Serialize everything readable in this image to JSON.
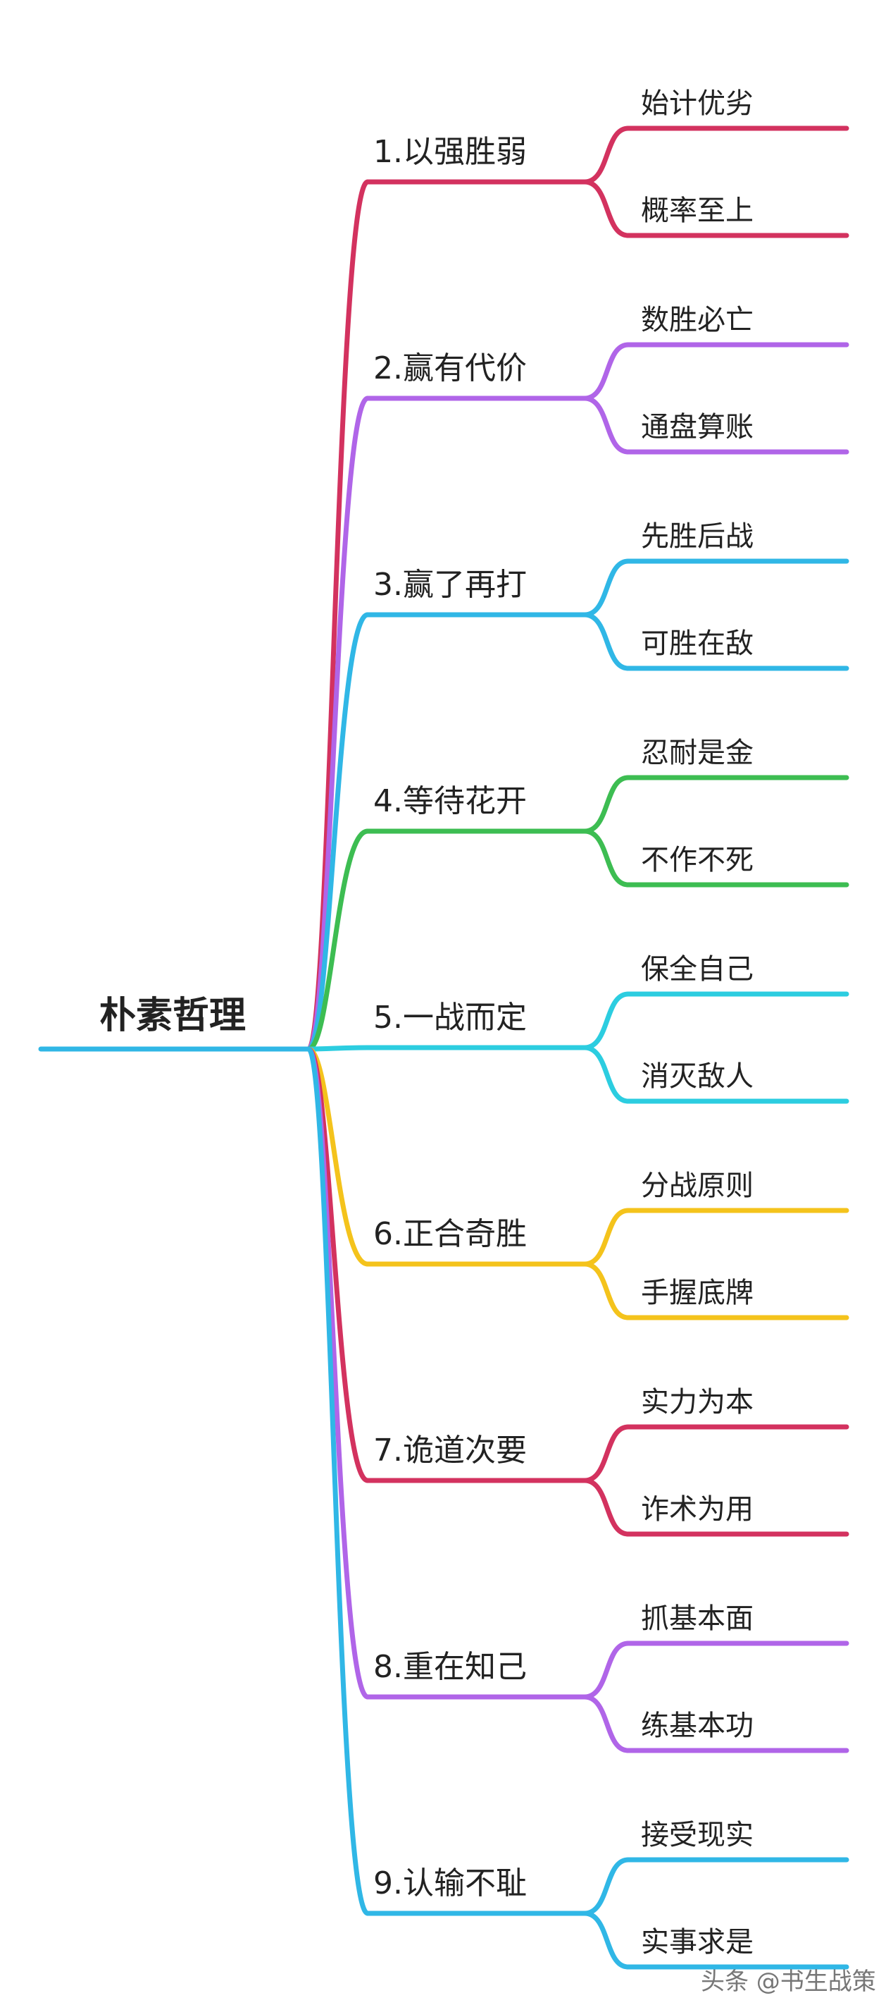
{
  "root": {
    "label": "朴素哲理",
    "color": "#30b7e6"
  },
  "branches": [
    {
      "label": "1.以强胜弱",
      "color": "#d3325f",
      "leaves": [
        "始计优劣",
        "概率至上"
      ]
    },
    {
      "label": "2.赢有代价",
      "color": "#b065e8",
      "leaves": [
        "数胜必亡",
        "通盘算账"
      ]
    },
    {
      "label": "3.赢了再打",
      "color": "#30b7e6",
      "leaves": [
        "先胜后战",
        "可胜在敌"
      ]
    },
    {
      "label": "4.等待花开",
      "color": "#3dbd52",
      "leaves": [
        "忍耐是金",
        "不作不死"
      ]
    },
    {
      "label": "5.一战而定",
      "color": "#2ccde0",
      "leaves": [
        "保全自己",
        "消灭敌人"
      ]
    },
    {
      "label": "6.正合奇胜",
      "color": "#f4c31c",
      "leaves": [
        "分战原则",
        "手握底牌"
      ]
    },
    {
      "label": "7.诡道次要",
      "color": "#d3325f",
      "leaves": [
        "实力为本",
        "诈术为用"
      ]
    },
    {
      "label": "8.重在知己",
      "color": "#b065e8",
      "leaves": [
        "抓基本面",
        "练基本功"
      ]
    },
    {
      "label": "9.认输不耻",
      "color": "#30b7e6",
      "leaves": [
        "接受现实",
        "实事求是"
      ]
    }
  ],
  "watermark": "头条 @书生战策"
}
